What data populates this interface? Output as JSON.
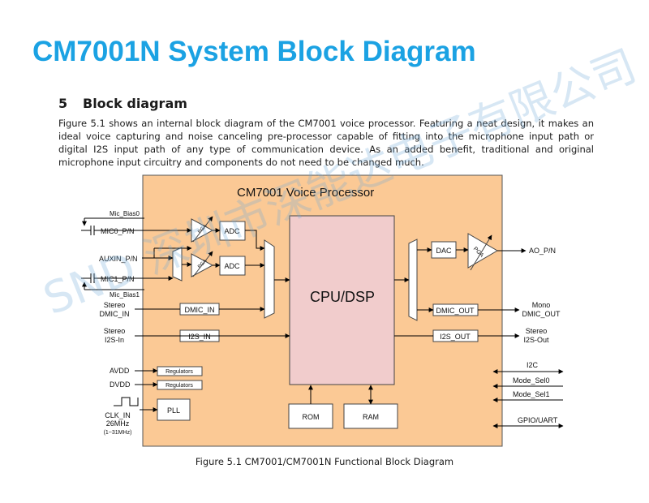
{
  "page_title": "CM7001N System Block Diagram",
  "section": {
    "number": "5",
    "title": "Block diagram"
  },
  "intro": "Figure 5.1 shows an internal block diagram of the CM7001 voice processor. Featuring a neat design, it makes an ideal voice capturing and noise canceling pre-processor capable of fitting into the microphone input path or digital I2S input path of any type of communication device. As an added benefit, traditional and original microphone input circuitry and components do not need to be changed much.",
  "diagram": {
    "title": "CM7001 Voice Processor",
    "colors": {
      "fill": "#fbc995",
      "core": "#f1cccc",
      "arrow": "#000000"
    },
    "core": "CPU/DSP",
    "blocks": {
      "adc_top": "ADC",
      "adc_bottom": "ADC",
      "pga_top": "PGA",
      "pga_bottom": "PGA",
      "dac": "DAC",
      "pga_out": "PGA",
      "dmic_in": "DMIC_IN",
      "i2s_in": "I2S_IN",
      "dmic_out": "DMIC_OUT",
      "i2s_out": "I2S_OUT",
      "reg1": "Regulators",
      "reg2": "Regulators",
      "pll": "PLL",
      "rom": "ROM",
      "ram": "RAM"
    },
    "left_labels": {
      "mic_bias0": "Mic_Bias0",
      "mic0": "MIC0_P/N",
      "auxin": "AUXIN_P/N",
      "mic1": "MIC1_P/N",
      "mic_bias1": "Mic_Bias1",
      "stereo_dmic_in_1": "Stereo",
      "stereo_dmic_in_2": "DMIC_IN",
      "stereo_i2s_in_1": "Stereo",
      "stereo_i2s_in_2": "I2S-In",
      "avdd": "AVDD",
      "dvdd": "DVDD",
      "clk_in": "CLK_IN",
      "clk_freq": "26MHz",
      "clk_range": "(1~31MHz)"
    },
    "right_labels": {
      "ao": "AO_P/N",
      "mono_1": "Mono",
      "mono_2": "DMIC_OUT",
      "stereo_out_1": "Stereo",
      "stereo_out_2": "I2S-Out",
      "i2c": "I2C",
      "mode_sel0": "Mode_Sel0",
      "mode_sel1": "Mode_Sel1",
      "gpio": "GPIO/UART"
    }
  },
  "caption": "Figure 5.1 CM7001/CM7001N Functional Block Diagram",
  "watermark": "SND 深圳市深能达电子有限公司"
}
